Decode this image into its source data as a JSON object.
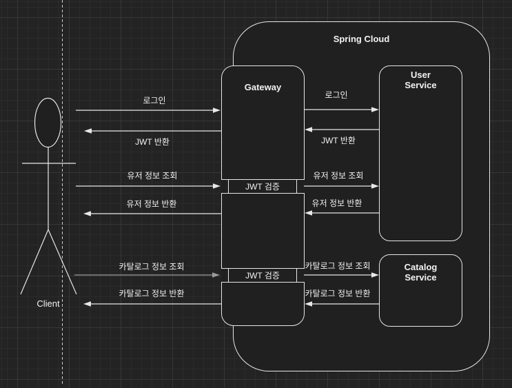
{
  "colors": {
    "background": "#232323",
    "box_fill": "#202020",
    "stroke": "#e8e8e8",
    "muted": "#999999",
    "text": "#f2f2f2",
    "grid_minor": "#2b2b2b",
    "grid_major": "#373737"
  },
  "actor": {
    "label": "Client"
  },
  "container": {
    "title": "Spring Cloud"
  },
  "gateway": {
    "title": "Gateway",
    "jwt_bands": [
      "JWT 검증",
      "JWT 검증"
    ]
  },
  "user_service": {
    "title": "User\nService"
  },
  "catalog_service": {
    "title": "Catalog\nService"
  },
  "client_messages": [
    {
      "label": "로그인",
      "direction": "right"
    },
    {
      "label": "JWT 반환",
      "direction": "left"
    },
    {
      "label": "유저 정보 조회",
      "direction": "right"
    },
    {
      "label": "유저 정보 반환",
      "direction": "left"
    },
    {
      "label": "카탈로그 정보 조회",
      "direction": "right",
      "muted_arrow": true
    },
    {
      "label": "카탈로그 정보 반환",
      "direction": "left"
    }
  ],
  "internal_messages": [
    {
      "label": "로그인",
      "direction": "right"
    },
    {
      "label": "JWT 반환",
      "direction": "left"
    },
    {
      "label": "유저 정보 조회",
      "direction": "right"
    },
    {
      "label": "유저 정보 반환",
      "direction": "left"
    },
    {
      "label": "카탈로그 정보 조회",
      "direction": "right"
    },
    {
      "label": "카탈로그 정보 반환",
      "direction": "left"
    }
  ]
}
